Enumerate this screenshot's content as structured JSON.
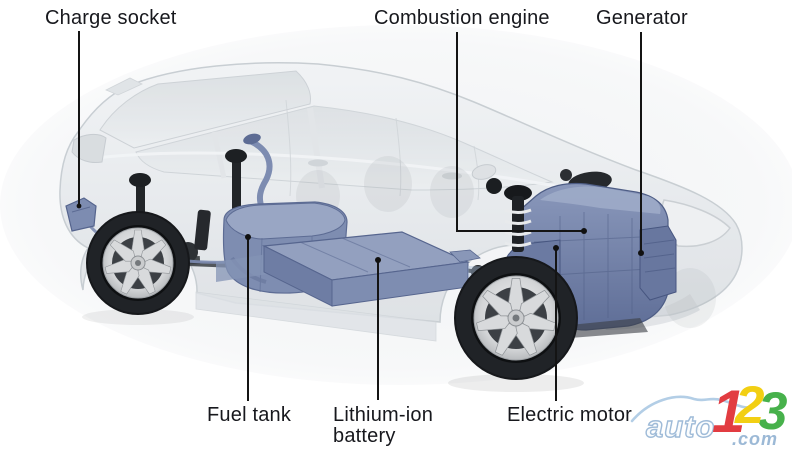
{
  "diagram": {
    "labels": {
      "charge_socket": "Charge socket",
      "combustion_engine": "Combustion engine",
      "generator": "Generator",
      "fuel_tank": "Fuel tank",
      "lithium_ion_battery": "Lithium-ion battery",
      "electric_motor": "Electric motor"
    },
    "colors": {
      "label_text": "#17181d",
      "leader_line": "#141414",
      "component_blue": "#7d8cb1",
      "component_blue_dark": "#5c6b94",
      "component_blue_light": "#9aa8c6",
      "car_ghost": "#e9ebee"
    }
  },
  "watermark": {
    "word": "auto",
    "digits": [
      "1",
      "2",
      "3"
    ],
    "tld": ".com",
    "colors": {
      "digit_1": "#e23c41",
      "digit_2": "#f2cf13",
      "digit_3": "#47b14b",
      "word_outline": "#9fbbd8",
      "tld": "#9cb9d6"
    }
  }
}
